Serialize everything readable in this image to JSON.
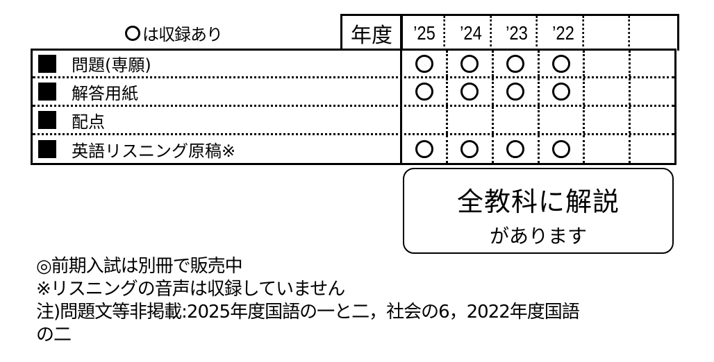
{
  "legend": {
    "mark_icon": "circle-mark",
    "text": "は収録あり"
  },
  "header": {
    "nendo_label": "年度",
    "years": [
      "’25",
      "’24",
      "’23",
      "’22",
      "",
      ""
    ]
  },
  "rows": [
    {
      "label": "問題(専願)",
      "marks": [
        true,
        true,
        true,
        true,
        false,
        false
      ]
    },
    {
      "label": "解答用紙",
      "marks": [
        true,
        true,
        true,
        true,
        false,
        false
      ]
    },
    {
      "label": "配点",
      "marks": [
        false,
        false,
        false,
        false,
        false,
        false
      ]
    },
    {
      "label": "英語リスニング原稿※",
      "marks": [
        true,
        true,
        true,
        true,
        false,
        false
      ]
    }
  ],
  "callout": {
    "line1": "全教科に解説",
    "line2": "があります"
  },
  "notes": [
    "◎前期入試は別冊で販売中",
    "※リスニングの音声は収録していません",
    "注)問題文等非掲載:2025年度国語の一と二，社会の6，2022年度国語",
    "の二"
  ]
}
